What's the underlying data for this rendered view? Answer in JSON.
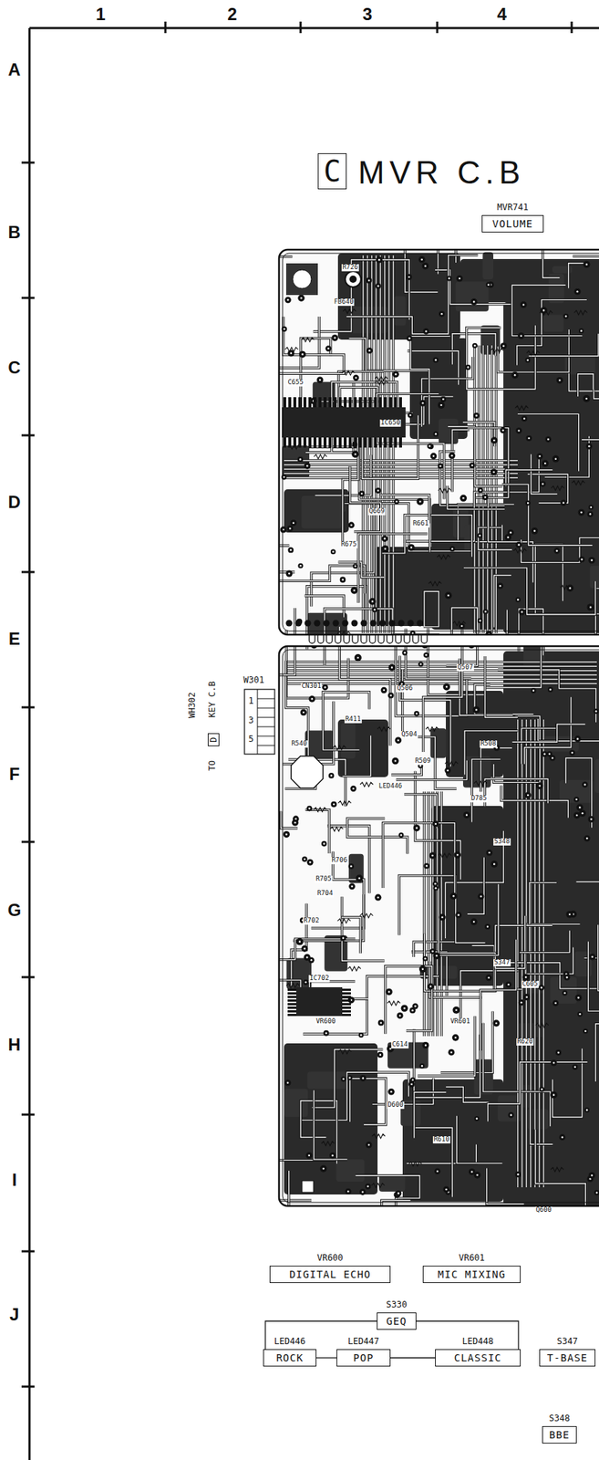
{
  "diagram": {
    "title": "MVR C.B",
    "nodes": [
      {
        "text": [
          "C"
        ]
      },
      {
        "text": [
          "MVR741",
          "VOLUME"
        ]
      },
      {
        "text": [
          "D"
        ]
      },
      {
        "text": [
          "VR600",
          "DIGITAL ECHO"
        ]
      },
      {
        "text": [
          "VR601",
          "MIC MIXING"
        ]
      },
      {
        "text": [
          "S330",
          "GEQ"
        ]
      },
      {
        "text": [
          "LED446",
          "ROCK"
        ]
      },
      {
        "text": [
          "LED447",
          "POP"
        ]
      },
      {
        "text": [
          "LED448",
          "CLASSIC"
        ]
      },
      {
        "text": [
          "S347",
          "T-BASE"
        ]
      },
      {
        "text": [
          "S348",
          "BBE"
        ]
      }
    ],
    "edges": [
      {
        "from": 5,
        "to": 6,
        "arrow": "none"
      },
      {
        "from": 5,
        "to": 8,
        "arrow": "none"
      },
      {
        "from": 6,
        "to": 7,
        "arrow": "none"
      },
      {
        "from": 7,
        "to": 8,
        "arrow": "none"
      }
    ],
    "labels": [
      "1",
      "2",
      "3",
      "4",
      "A",
      "B",
      "C",
      "D",
      "E",
      "F",
      "G",
      "H",
      "I",
      "J",
      "WH302",
      "TO",
      "KEY C.B",
      "W301",
      "1",
      "3",
      "5",
      "C655",
      "FB640",
      "R726",
      "IC650",
      "Q669",
      "R661",
      "R675",
      "Q507",
      "Q506",
      "CN301",
      "R411",
      "Q504",
      "R540",
      "R509",
      "R508",
      "LED446",
      "D785",
      "S348",
      "R706",
      "R705",
      "R704",
      "R702",
      "IC702",
      "S347",
      "C605",
      "VR600",
      "VR601",
      "C614",
      "R620",
      "D600",
      "R610",
      "Q600"
    ]
  }
}
